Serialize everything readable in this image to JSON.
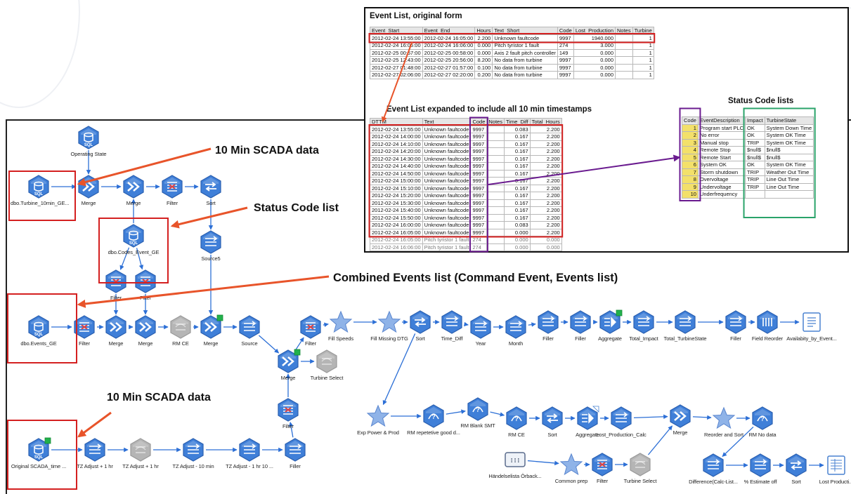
{
  "nodes": [
    {
      "id": "op_state",
      "label": "Operating State",
      "icon": "sql"
    },
    {
      "id": "turbine_10min",
      "label": "dbo.Turbine_10min_GE...",
      "icon": "sql"
    },
    {
      "id": "merge1",
      "label": "Merge",
      "icon": "merge"
    },
    {
      "id": "merge2",
      "label": "Merge",
      "icon": "merge"
    },
    {
      "id": "filter1",
      "label": "Filter",
      "icon": "filter"
    },
    {
      "id": "sort1",
      "label": "Sort",
      "icon": "sort"
    },
    {
      "id": "codes",
      "label": "dbo.Codes_Event_GE",
      "icon": "sql"
    },
    {
      "id": "source5",
      "label": "Source5",
      "icon": "source"
    },
    {
      "id": "filter2",
      "label": "Filter",
      "icon": "filter"
    },
    {
      "id": "filter3",
      "label": "Filter",
      "icon": "filter"
    },
    {
      "id": "events",
      "label": "dbo.Events_GE",
      "icon": "sql"
    },
    {
      "id": "filter4",
      "label": "Filter",
      "icon": "filter"
    },
    {
      "id": "merge3",
      "label": "Merge",
      "icon": "merge"
    },
    {
      "id": "merge4",
      "label": "Merge",
      "icon": "merge"
    },
    {
      "id": "rm_ce1",
      "label": "RM CE",
      "icon": "disabled"
    },
    {
      "id": "merge5",
      "label": "Merge",
      "icon": "merge"
    },
    {
      "id": "source",
      "label": "Source",
      "icon": "source"
    },
    {
      "id": "merge6",
      "label": "Merge",
      "icon": "merge"
    },
    {
      "id": "turbine_select1",
      "label": "Turbine Select",
      "icon": "disabled"
    },
    {
      "id": "filter5",
      "label": "Filter",
      "icon": "filter"
    },
    {
      "id": "fill_speeds",
      "label": "Fill Speeds",
      "icon": "star"
    },
    {
      "id": "fill_missing",
      "label": "Fill Missing DTG",
      "icon": "star"
    },
    {
      "id": "sort2",
      "label": "Sort",
      "icon": "sort"
    },
    {
      "id": "time_diff",
      "label": "Time_Diff",
      "icon": "derive"
    },
    {
      "id": "year",
      "label": "Year",
      "icon": "derive"
    },
    {
      "id": "month",
      "label": "Month",
      "icon": "derive"
    },
    {
      "id": "filler1",
      "label": "Filler",
      "icon": "derive"
    },
    {
      "id": "filler2",
      "label": "Filler",
      "icon": "derive"
    },
    {
      "id": "aggregate1",
      "label": "Aggregate",
      "icon": "aggregate"
    },
    {
      "id": "total_impact",
      "label": "Total_Impact",
      "icon": "derive"
    },
    {
      "id": "total_turbinestate",
      "label": "Total_TurbineState",
      "icon": "derive"
    },
    {
      "id": "filler3",
      "label": "Filler",
      "icon": "derive"
    },
    {
      "id": "field_reorder",
      "label": "Field Reorder",
      "icon": "reorder"
    },
    {
      "id": "availability",
      "label": "Availabity_by_Event...",
      "icon": "output"
    },
    {
      "id": "filter6",
      "label": "Filter",
      "icon": "filter"
    },
    {
      "id": "original_scada",
      "label": "Original SCADA_time ...",
      "icon": "sql"
    },
    {
      "id": "tz_adj1",
      "label": "TZ Adjust + 1 hr",
      "icon": "derive"
    },
    {
      "id": "tz_adj2",
      "label": "TZ Adjust + 1 hr",
      "icon": "disabled"
    },
    {
      "id": "tz_adj3",
      "label": "TZ Adjust - 10 min",
      "icon": "derive"
    },
    {
      "id": "tz_adj4",
      "label": "TZ Adjust - 1 hr 10 ...",
      "icon": "derive"
    },
    {
      "id": "filler4",
      "label": "Filler",
      "icon": "derive"
    },
    {
      "id": "exp_power",
      "label": "Exp Power & Prod",
      "icon": "star"
    },
    {
      "id": "rm_rep",
      "label": "RM repetetive good d...",
      "icon": "select"
    },
    {
      "id": "rm_blank",
      "label": "RM Blank SMT",
      "icon": "select"
    },
    {
      "id": "rm_ce2",
      "label": "RM CE",
      "icon": "select"
    },
    {
      "id": "sort3",
      "label": "Sort",
      "icon": "sort"
    },
    {
      "id": "aggregate2",
      "label": "Aggregate",
      "icon": "aggregate"
    },
    {
      "id": "lost_calc",
      "label": "Lost_Production_Calc",
      "icon": "derive"
    },
    {
      "id": "merge7",
      "label": "Merge",
      "icon": "merge"
    },
    {
      "id": "reorder_sort",
      "label": "Reorder and Sort",
      "icon": "star"
    },
    {
      "id": "rm_nodata",
      "label": "RM No data",
      "icon": "select"
    },
    {
      "id": "handel",
      "label": "Händelselista Örback...",
      "icon": "file"
    },
    {
      "id": "common_prep",
      "label": "Common prep",
      "icon": "star"
    },
    {
      "id": "filter7",
      "label": "Filter",
      "icon": "filter"
    },
    {
      "id": "turbine_select2",
      "label": "Turbine Select",
      "icon": "disabled"
    },
    {
      "id": "difference",
      "label": "Difference(Calc-List...",
      "icon": "derive"
    },
    {
      "id": "estimate",
      "label": "% Estimate off",
      "icon": "derive"
    },
    {
      "id": "sort4",
      "label": "Sort",
      "icon": "sort"
    },
    {
      "id": "lost_production",
      "label": "Lost Producti...",
      "icon": "table"
    }
  ],
  "annotations": [
    {
      "id": "ann_scada1",
      "text": "10 Min SCADA data"
    },
    {
      "id": "ann_status",
      "text": "Status Code list"
    },
    {
      "id": "ann_combined",
      "text": "Combined Events list (Command Event, Events list)"
    },
    {
      "id": "ann_scada2",
      "text": "10 Min SCADA data"
    }
  ],
  "event_list_original": {
    "title": "Event List, original form",
    "columns": [
      "Event_Start",
      "Event_End",
      "Hours",
      "Text_Short",
      "Code",
      "Lost_Production",
      "Notes",
      "Turbine"
    ],
    "rows": [
      [
        "2012-02-24 13:55:00",
        "2012-02-24 16:05:00",
        "2.200",
        "Unknown faultcode",
        "9997",
        "1940.000",
        "",
        "1"
      ],
      [
        "2012-02-24 16:05:00",
        "2012-02-24 16:06:00",
        "0.000",
        "Pitch tyristor 1 fault",
        "274",
        "3.000",
        "",
        "1"
      ],
      [
        "2012-02-25 00:57:00",
        "2012-02-25 00:58:00",
        "0.000",
        "Axis 2 fault pitch controller",
        "149",
        "0.000",
        "",
        "1"
      ],
      [
        "2012-02-25 12:43:00",
        "2012-02-25 20:56:00",
        "8.200",
        "No data from turbine",
        "9997",
        "0.000",
        "",
        "1"
      ],
      [
        "2012-02-27 01:48:00",
        "2012-02-27 01:57:00",
        "0.100",
        "No data from turbine",
        "9997",
        "0.000",
        "",
        "1"
      ],
      [
        "2012-02-27 02:06:00",
        "2012-02-27 02:20:00",
        "0.200",
        "No data from turbine",
        "9997",
        "0.000",
        "",
        "1"
      ]
    ]
  },
  "event_list_expanded": {
    "title": "Event List expanded to include all 10 min timestamps",
    "columns": [
      "DTTM",
      "Text",
      "Code",
      "Notes",
      "Time_Diff",
      "Total_Hours"
    ],
    "rows": [
      [
        "2012-02-24 13:55:00",
        "Unknown faultcode",
        "9997",
        "",
        "0.083",
        "2.200"
      ],
      [
        "2012-02-24 14:00:00",
        "Unknown faultcode",
        "9997",
        "",
        "0.167",
        "2.200"
      ],
      [
        "2012-02-24 14:10:00",
        "Unknown faultcode",
        "9997",
        "",
        "0.167",
        "2.200"
      ],
      [
        "2012-02-24 14:20:00",
        "Unknown faultcode",
        "9997",
        "",
        "0.167",
        "2.200"
      ],
      [
        "2012-02-24 14:30:00",
        "Unknown faultcode",
        "9997",
        "",
        "0.167",
        "2.200"
      ],
      [
        "2012-02-24 14:40:00",
        "Unknown faultcode",
        "9997",
        "",
        "0.167",
        "2.200"
      ],
      [
        "2012-02-24 14:50:00",
        "Unknown faultcode",
        "9997",
        "",
        "0.167",
        "2.200"
      ],
      [
        "2012-02-24 15:00:00",
        "Unknown faultcode",
        "9997",
        "",
        "0.167",
        "2.200"
      ],
      [
        "2012-02-24 15:10:00",
        "Unknown faultcode",
        "9997",
        "",
        "0.167",
        "2.200"
      ],
      [
        "2012-02-24 15:20:00",
        "Unknown faultcode",
        "9997",
        "",
        "0.167",
        "2.200"
      ],
      [
        "2012-02-24 15:30:00",
        "Unknown faultcode",
        "9997",
        "",
        "0.167",
        "2.200"
      ],
      [
        "2012-02-24 15:40:00",
        "Unknown faultcode",
        "9997",
        "",
        "0.167",
        "2.200"
      ],
      [
        "2012-02-24 15:50:00",
        "Unknown faultcode",
        "9997",
        "",
        "0.167",
        "2.200"
      ],
      [
        "2012-02-24 16:00:00",
        "Unknown faultcode",
        "9997",
        "",
        "0.083",
        "2.200"
      ],
      [
        "2012-02-24 16:05:00",
        "Unknown faultcode",
        "9997",
        "",
        "0.000",
        "2.200"
      ],
      [
        "2012-02-24 16:05:00",
        "Pitch tyristor 1 fault",
        "274",
        "",
        "0.000",
        "0.000"
      ],
      [
        "2012-02-24 16:06:00",
        "Pitch tyristor 1 fault",
        "274",
        "",
        "0.000",
        "0.000"
      ]
    ]
  },
  "status_codes": {
    "title": "Status Code lists",
    "columns": [
      "Code",
      "EventDescription",
      "Impact",
      "TurbineState"
    ],
    "rows": [
      [
        "1",
        "Program start PLC",
        "OK",
        "System Down Time"
      ],
      [
        "2",
        "No error",
        "OK",
        "System OK Time"
      ],
      [
        "3",
        "Manual stop",
        "TRIP",
        "System OK Time"
      ],
      [
        "4",
        "Remote Stop",
        "$null$",
        "$null$"
      ],
      [
        "5",
        "Remote Start",
        "$null$",
        "$null$"
      ],
      [
        "6",
        "System OK",
        "OK",
        "System OK Time"
      ],
      [
        "7",
        "Storm shutdown",
        "TRIP",
        "Weather Out Time"
      ],
      [
        "8",
        "Overvoltage",
        "TRIP",
        "Line Out Time"
      ],
      [
        "9",
        "Undervoltage",
        "TRIP",
        "Line Out Time"
      ],
      [
        "10",
        "Underfrequency",
        "",
        ""
      ]
    ]
  },
  "colors": {
    "accent_red": "#d42020",
    "arrow_orange": "#e8542a",
    "link_blue": "#2c6fd6",
    "purple": "#6a1b8f",
    "green": "#2aa36a"
  }
}
